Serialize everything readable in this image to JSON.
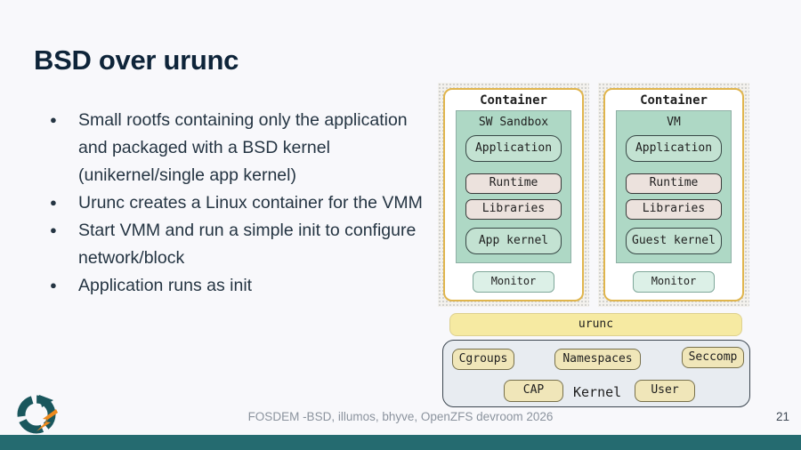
{
  "slide": {
    "title": "BSD over urunc",
    "bullet_glyph": "●",
    "bullets": [
      "Small rootfs containing only the application and packaged with a BSD kernel (unikernel/single app kernel)",
      "Urunc creates a Linux container for the VMM",
      "Start VMM and run a simple init to configure network/block",
      "Application runs as init"
    ],
    "footer": {
      "text": "FOSDEM -BSD, illumos, bhyve, OpenZFS devroom 2026",
      "page_number": "21"
    }
  },
  "diagram": {
    "containers": [
      {
        "label": "Container",
        "sandbox_label": "SW Sandbox",
        "layers": [
          {
            "label": "Application",
            "type": "green"
          },
          {
            "label": "Runtime",
            "type": "pink"
          },
          {
            "label": "Libraries",
            "type": "pink"
          },
          {
            "label": "App kernel",
            "type": "green"
          }
        ],
        "monitor_label": "Monitor"
      },
      {
        "label": "Container",
        "sandbox_label": "VM",
        "layers": [
          {
            "label": "Application",
            "type": "green"
          },
          {
            "label": "Runtime",
            "type": "pink"
          },
          {
            "label": "Libraries",
            "type": "pink"
          },
          {
            "label": "Guest kernel",
            "type": "green"
          }
        ],
        "monitor_label": "Monitor"
      }
    ],
    "urunc_label": "urunc",
    "kernel": {
      "label": "Kernel",
      "features_row1": [
        "Cgroups",
        "Namespaces",
        "Seccomp"
      ],
      "features_row2": [
        "CAP",
        "User"
      ]
    }
  },
  "icons": {
    "logo": "conference-logo (teal knot circle with orange lightning bolt)"
  },
  "colors": {
    "background": "#f8f8fb",
    "title_text": "#0e2439",
    "body_text": "#243442",
    "gold_border": "#e0b54d",
    "sandbox_teal": "#aed8c5",
    "layer_green": "#c3e2d2",
    "layer_pink": "#ece2dd",
    "monitor_mint": "#dcf0e7",
    "urunc_yellow": "#f6eaa2",
    "kernel_gray": "#e8ecf1",
    "pill_yellow": "#f0e6b9",
    "bottom_bar_teal": "#256b70",
    "logo_teal": "#1a575d",
    "logo_orange": "#ee8a1e"
  }
}
